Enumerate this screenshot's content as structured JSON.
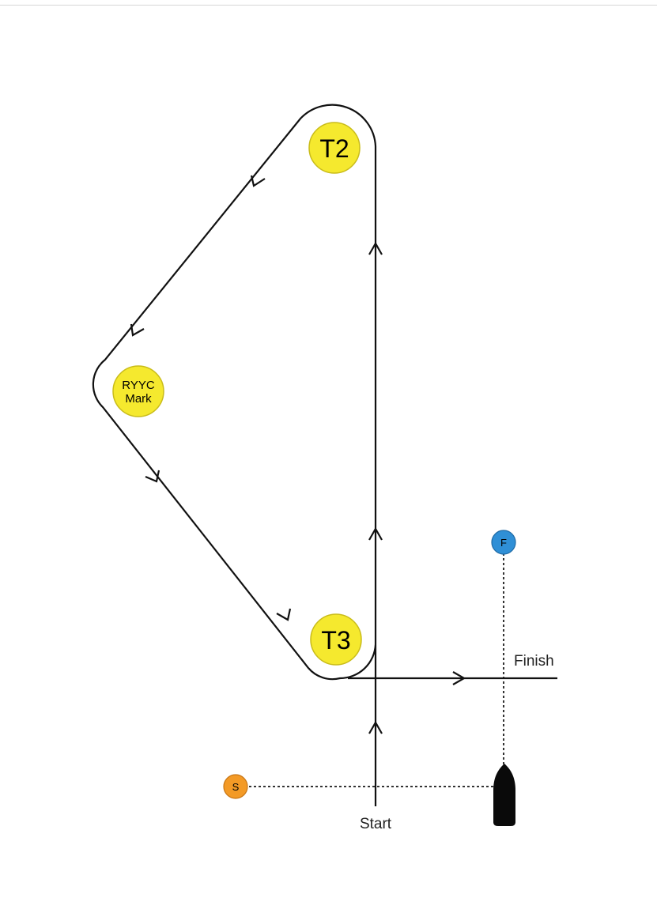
{
  "marks": {
    "t2": {
      "label": "T2",
      "color": "#f5e92e"
    },
    "ryyc": {
      "label_line1": "RYYC",
      "label_line2": "Mark",
      "color": "#f5e92e"
    },
    "t3": {
      "label": "T3",
      "color": "#f5e92e"
    },
    "start_pin": {
      "label": "S",
      "color": "#f39a26"
    },
    "finish_pin": {
      "label": "F",
      "color": "#2f8fd6"
    }
  },
  "labels": {
    "start": "Start",
    "finish": "Finish"
  },
  "colors": {
    "course_line": "#111111",
    "line_dotted": "#333333",
    "committee_boat": "#0a0a0a"
  }
}
